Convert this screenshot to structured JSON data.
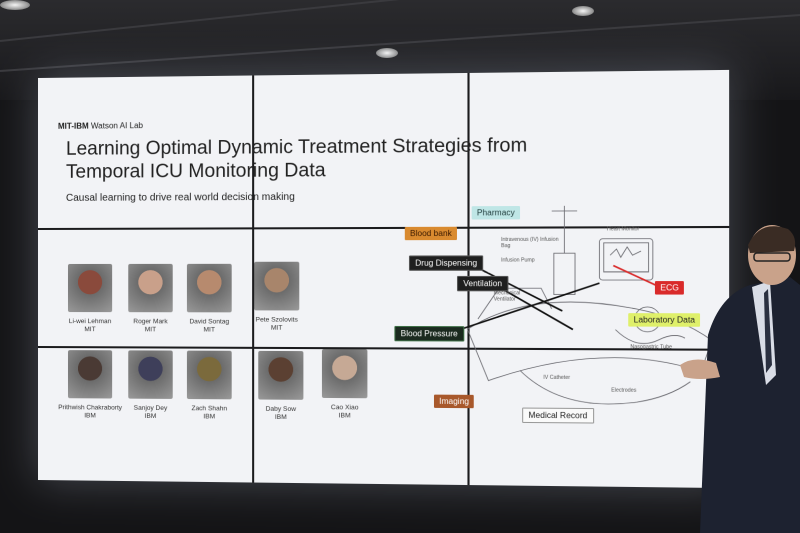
{
  "slide": {
    "lab_prefix": "MIT-IBM",
    "lab_suffix": " Watson AI Lab",
    "title": "Learning Optimal Dynamic Treatment Strategies from Temporal ICU Monitoring Data",
    "subtitle": "Causal learning to drive real world decision making"
  },
  "people": [
    {
      "name": "Li-wei Lehman",
      "org": "MIT",
      "color": "#8a4a3c"
    },
    {
      "name": "Roger Mark",
      "org": "MIT",
      "color": "#c9a08a"
    },
    {
      "name": "David Sontag",
      "org": "MIT",
      "color": "#b78a6e"
    },
    {
      "name": "Pete Szolovits",
      "org": "MIT",
      "color": "#a8856b"
    },
    {
      "name": "Prithwish Chakraborty",
      "org": "IBM",
      "color": "#4a3a34"
    },
    {
      "name": "Sanjoy Dey",
      "org": "IBM",
      "color": "#3e3f5a"
    },
    {
      "name": "Zach Shahn",
      "org": "IBM",
      "color": "#7b6a3c"
    },
    {
      "name": "Daby Sow",
      "org": "IBM",
      "color": "#5b4032"
    },
    {
      "name": "Cao Xiao",
      "org": "IBM",
      "color": "#c6a995"
    }
  ],
  "diagram": {
    "pharmacy": "Pharmacy",
    "blood_bank": "Blood bank",
    "drug_dispensing": "Drug Dispensing",
    "ventilation": "Ventilation",
    "blood_pressure": "Blood Pressure",
    "ecg": "ECG",
    "laboratory_data": "Laboratory Data",
    "imaging": "Imaging",
    "medical_record": "Medical Record",
    "labels": {
      "iv_bag": "Intravenous (IV) Infusion Bag",
      "infusion_pump": "Infusion Pump",
      "heart_monitor": "Heart Monitor",
      "mech_vent": "Mechanical Ventilator",
      "nasogastric": "Nasogastric Tube",
      "iv_catheter": "IV Catheter",
      "electrodes": "Electrodes"
    }
  }
}
